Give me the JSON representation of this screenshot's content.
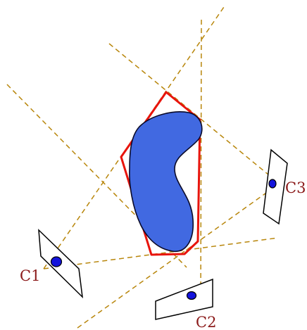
{
  "colors": {
    "rays": "#b8860b",
    "visual_hull": "#e8140c",
    "object": "#4169e1",
    "camera_center": "#1414dc",
    "camera_label": "#8b1a1a"
  },
  "cameras": [
    {
      "label": "C1"
    },
    {
      "label": "C2"
    },
    {
      "label": "C3"
    }
  ]
}
